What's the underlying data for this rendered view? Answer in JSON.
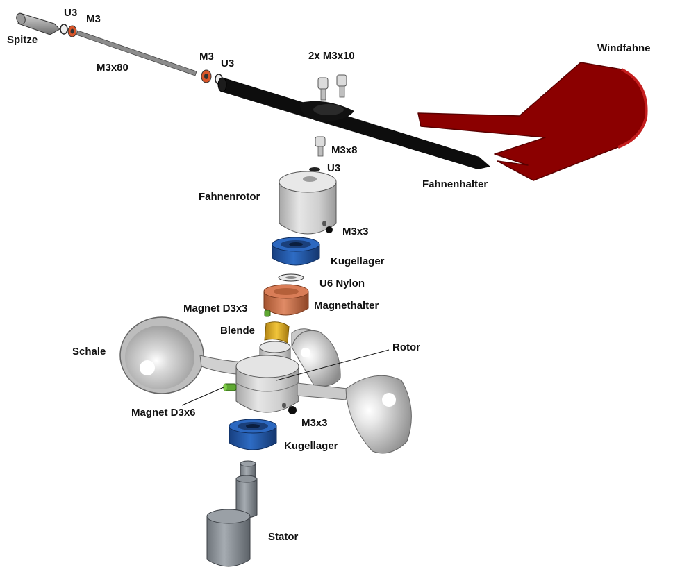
{
  "labels": {
    "spitze": "Spitze",
    "u3_top": "U3",
    "m3_top": "M3",
    "m3x80": "M3x80",
    "m3_mid": "M3",
    "u3_mid": "U3",
    "m3x10": "2x M3x10",
    "windfahne": "Windfahne",
    "m3x8": "M3x8",
    "u3_low": "U3",
    "fahnenhalter": "Fahnenhalter",
    "fahnenrotor": "Fahnenrotor",
    "m3x3_upper": "M3x3",
    "kugellager_upper": "Kugellager",
    "u6_nylon": "U6 Nylon",
    "magnet_d3x3": "Magnet D3x3",
    "magnethalter": "Magnethalter",
    "blende": "Blende",
    "schale": "Schale",
    "rotor": "Rotor",
    "magnet_d3x6": "Magnet D3x6",
    "m3x3_lower": "M3x3",
    "kugellager_lower": "Kugellager",
    "stator": "Stator"
  },
  "colors": {
    "windfahne": "#8b0000",
    "rod": "#0d0d0d",
    "aluminium": "#d4d4d4",
    "bearing": "#1f56a8",
    "magnethalter": "#c8704f",
    "blende": "#e0b020",
    "magnet": "#5fa832",
    "nut": "#d9562a"
  }
}
